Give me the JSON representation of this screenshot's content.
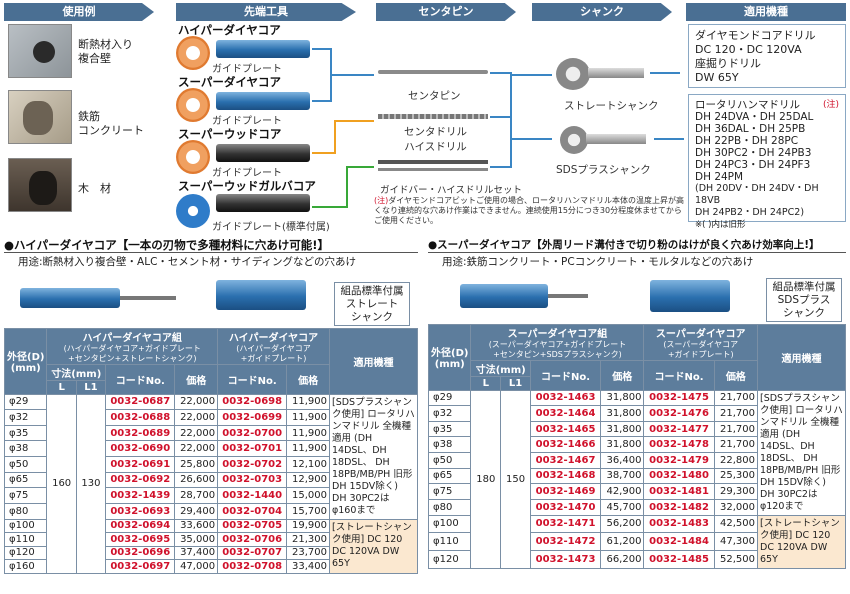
{
  "top_headers": {
    "examples": "使用例",
    "tools": "先端工具",
    "centerpin": "センタピン",
    "shank": "シャンク",
    "machines": "適用機種"
  },
  "examples": [
    {
      "label": "断熱材入り\n複合壁"
    },
    {
      "label": "鉄筋\nコンクリート"
    },
    {
      "label": "木　材"
    }
  ],
  "tools": [
    {
      "name": "ハイパーダイヤコア",
      "guide": "ガイドプレート"
    },
    {
      "name": "スーパーダイヤコア",
      "guide": "ガイドプレート"
    },
    {
      "name": "スーパーウッドコア",
      "guide": "ガイドプレート"
    },
    {
      "name": "スーパーウッドガルバコア",
      "guide": "ガイドプレート(標準付属)"
    }
  ],
  "pins": [
    "センタピン",
    "センタドリル\nハイスドリル",
    "ガイドバー・ハイスドリルセット"
  ],
  "shanks": [
    "ストレートシャンク",
    "SDSプラスシャンク"
  ],
  "machines_a": [
    "ダイヤモンドコアドリル",
    "DC 120・DC 120VA",
    "座掘りドリル",
    "DW 65Y"
  ],
  "machines_b": {
    "mark": "(注)",
    "lines": [
      "ロータリハンマドリル",
      "DH 24DVA・DH 25DAL",
      "DH 36DAL・DH 25PB",
      "DH 22PB・DH 28PC",
      "DH 30PC2・DH 24PB3",
      "DH 24PC3・DH 24PF3",
      "DH 24PM",
      "(DH 20DV・DH 24DV・DH 18VB",
      "DH 24PB2・DH 24PC2)",
      "※( )内は旧形"
    ]
  },
  "note": {
    "mark": "(注)",
    "text": "ダイヤモンドコアビットご使用の場合、ロータリハンマドリル本体の温度上昇が高くなり連続的な穴あけ作業はできません。連続使用15分につき30分程度休ませてからご使用ください。"
  },
  "left": {
    "title": "●ハイパーダイヤコア【一本の刃物で多種材料に穴あけ可能!】",
    "use": "用途:断熱材入り複合壁・ALC・セメント材・サイディングなどの穴あけ",
    "std_box": "組品標準付属\nストレート\nシャンク",
    "head_dia": "外径(D)\n(mm)",
    "head_set": "ハイパーダイヤコア組",
    "head_set_sub": "(ハイパーダイヤコア+ガイドプレート\n+センタピン+ストレートシャンク)",
    "head_single": "ハイパーダイヤコア",
    "head_single_sub": "(ハイパーダイヤコア\n+ガイドプレート)",
    "head_machine": "適用機種",
    "head_size": "寸法(mm)",
    "head_L": "L",
    "head_L1": "L1",
    "head_code": "コードNo.",
    "head_price": "価格",
    "L": "160",
    "L1": "130",
    "rows": [
      [
        "φ29",
        "0032-0687",
        "22,000",
        "0032-0698",
        "11,900"
      ],
      [
        "φ32",
        "0032-0688",
        "22,000",
        "0032-0699",
        "11,900"
      ],
      [
        "φ35",
        "0032-0689",
        "22,000",
        "0032-0700",
        "11,900"
      ],
      [
        "φ38",
        "0032-0690",
        "22,000",
        "0032-0701",
        "11,900"
      ],
      [
        "φ50",
        "0032-0691",
        "25,800",
        "0032-0702",
        "12,100"
      ],
      [
        "φ65",
        "0032-0692",
        "26,600",
        "0032-0703",
        "12,900"
      ],
      [
        "φ75",
        "0032-1439",
        "28,700",
        "0032-1440",
        "15,000"
      ],
      [
        "φ80",
        "0032-0693",
        "29,400",
        "0032-0704",
        "15,700"
      ],
      [
        "φ100",
        "0032-0694",
        "33,600",
        "0032-0705",
        "19,900"
      ],
      [
        "φ110",
        "0032-0695",
        "35,000",
        "0032-0706",
        "21,300"
      ],
      [
        "φ120",
        "0032-0696",
        "37,400",
        "0032-0707",
        "23,700"
      ],
      [
        "φ160",
        "0032-0697",
        "47,000",
        "0032-0708",
        "33,400"
      ]
    ],
    "machine_note1": "[SDSプラスシャンク使用]\nロータリハンマドリル\n全機種適用\n(DH 14DSL、DH 18DSL、\nDH 18PB/MB/PH\n旧形DH 15DV除く)\nDH 30PC2は\nφ160まで",
    "machine_note2": "[ストレートシャンク使用]\nDC 120\nDC 120VA\nDW 65Y"
  },
  "right": {
    "title": "●スーパーダイヤコア【外周リード溝付きで切り粉のはけが良く穴あけ効率向上!】",
    "use": "用途:鉄筋コンクリート・PCコンクリート・モルタルなどの穴あけ",
    "std_box": "組品標準付属\nSDSプラス\nシャンク",
    "head_dia": "外径(D)\n(mm)",
    "head_set": "スーパーダイヤコア組",
    "head_set_sub": "(スーパーダイヤコア+ガイドプレート\n+センタピン+SDSプラスシャンク)",
    "head_single": "スーパーダイヤコア",
    "head_single_sub": "(スーパーダイヤコア\n+ガイドプレート)",
    "head_machine": "適用機種",
    "head_size": "寸法(mm)",
    "head_L": "L",
    "head_L1": "L1",
    "head_code": "コードNo.",
    "head_price": "価格",
    "L": "180",
    "L1": "150",
    "rows": [
      [
        "φ29",
        "0032-1463",
        "31,800",
        "0032-1475",
        "21,700"
      ],
      [
        "φ32",
        "0032-1464",
        "31,800",
        "0032-1476",
        "21,700"
      ],
      [
        "φ35",
        "0032-1465",
        "31,800",
        "0032-1477",
        "21,700"
      ],
      [
        "φ38",
        "0032-1466",
        "31,800",
        "0032-1478",
        "21,700"
      ],
      [
        "φ50",
        "0032-1467",
        "36,400",
        "0032-1479",
        "22,800"
      ],
      [
        "φ65",
        "0032-1468",
        "38,700",
        "0032-1480",
        "25,300"
      ],
      [
        "φ75",
        "0032-1469",
        "42,900",
        "0032-1481",
        "29,300"
      ],
      [
        "φ80",
        "0032-1470",
        "45,700",
        "0032-1482",
        "32,000"
      ],
      [
        "φ100",
        "0032-1471",
        "56,200",
        "0032-1483",
        "42,500"
      ],
      [
        "φ110",
        "0032-1472",
        "61,200",
        "0032-1484",
        "47,300"
      ],
      [
        "φ120",
        "0032-1473",
        "66,200",
        "0032-1485",
        "52,500"
      ]
    ],
    "machine_note1": "[SDSプラスシャンク使用]\nロータリハンマドリル\n全機種適用\n(DH 14DSL、DH 18DSL、\nDH 18PB/MB/PH\n旧形DH 15DV除く)\nDH 30PC2は\nφ120まで",
    "machine_note2": "[ストレートシャンク使用]\nDC 120\nDC 120VA\nDW 65Y"
  }
}
